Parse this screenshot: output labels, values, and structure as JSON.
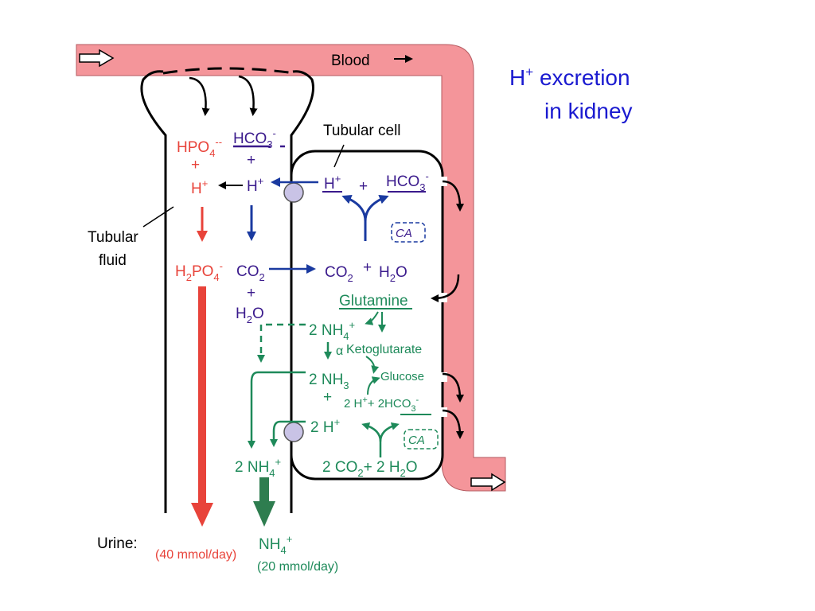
{
  "title": {
    "line1_prefix": "H",
    "line1_sup": "+",
    "line1_rest": " excretion",
    "line2": "in kidney"
  },
  "labels": {
    "blood": "Blood",
    "tubular_cell": "Tubular cell",
    "tubular_fluid_1": "Tubular",
    "tubular_fluid_2": "fluid",
    "urine": "Urine:",
    "urine_phosphate_rate": "(40 mmol/day)",
    "urine_ammonium_rate": "(20 mmol/day)",
    "ca_1": "CA",
    "ca_2": "CA",
    "alpha": "α",
    "ketoglutarate": "Ketoglutarate",
    "glucose": "Glucose",
    "glutamine": "Glutamine"
  },
  "chem": {
    "H": "H",
    "plus_sign": "+",
    "minus_sign": "-",
    "double_minus": "--",
    "hpo4": "HPO",
    "h2po4_h": "H",
    "h2po4_rest": "PO",
    "hco3": "HCO",
    "co2": "CO",
    "h2o_h": "H",
    "h2o_o": "O",
    "nh4": "NH",
    "nh3": "NH",
    "two": "2",
    "three": "3",
    "four": "4",
    "two_nh4": "2 NH",
    "two_nh3": "2 NH",
    "two_h": "2 H",
    "two_h_plus_2hco3_a": "2 H",
    "two_h_plus_2hco3_b": "+ 2HCO",
    "two_co2_a": "2 CO",
    "two_co2_b": "+ 2 H",
    "plus_spaced": "+"
  },
  "colors": {
    "blood_vessel": "#f4959a",
    "phosphate": "#e8433a",
    "bicarbonate": "#3a1a8c",
    "ammonium": "#1e8a5a",
    "title": "#1a1ad0",
    "transporter": "#c9c3e6"
  }
}
